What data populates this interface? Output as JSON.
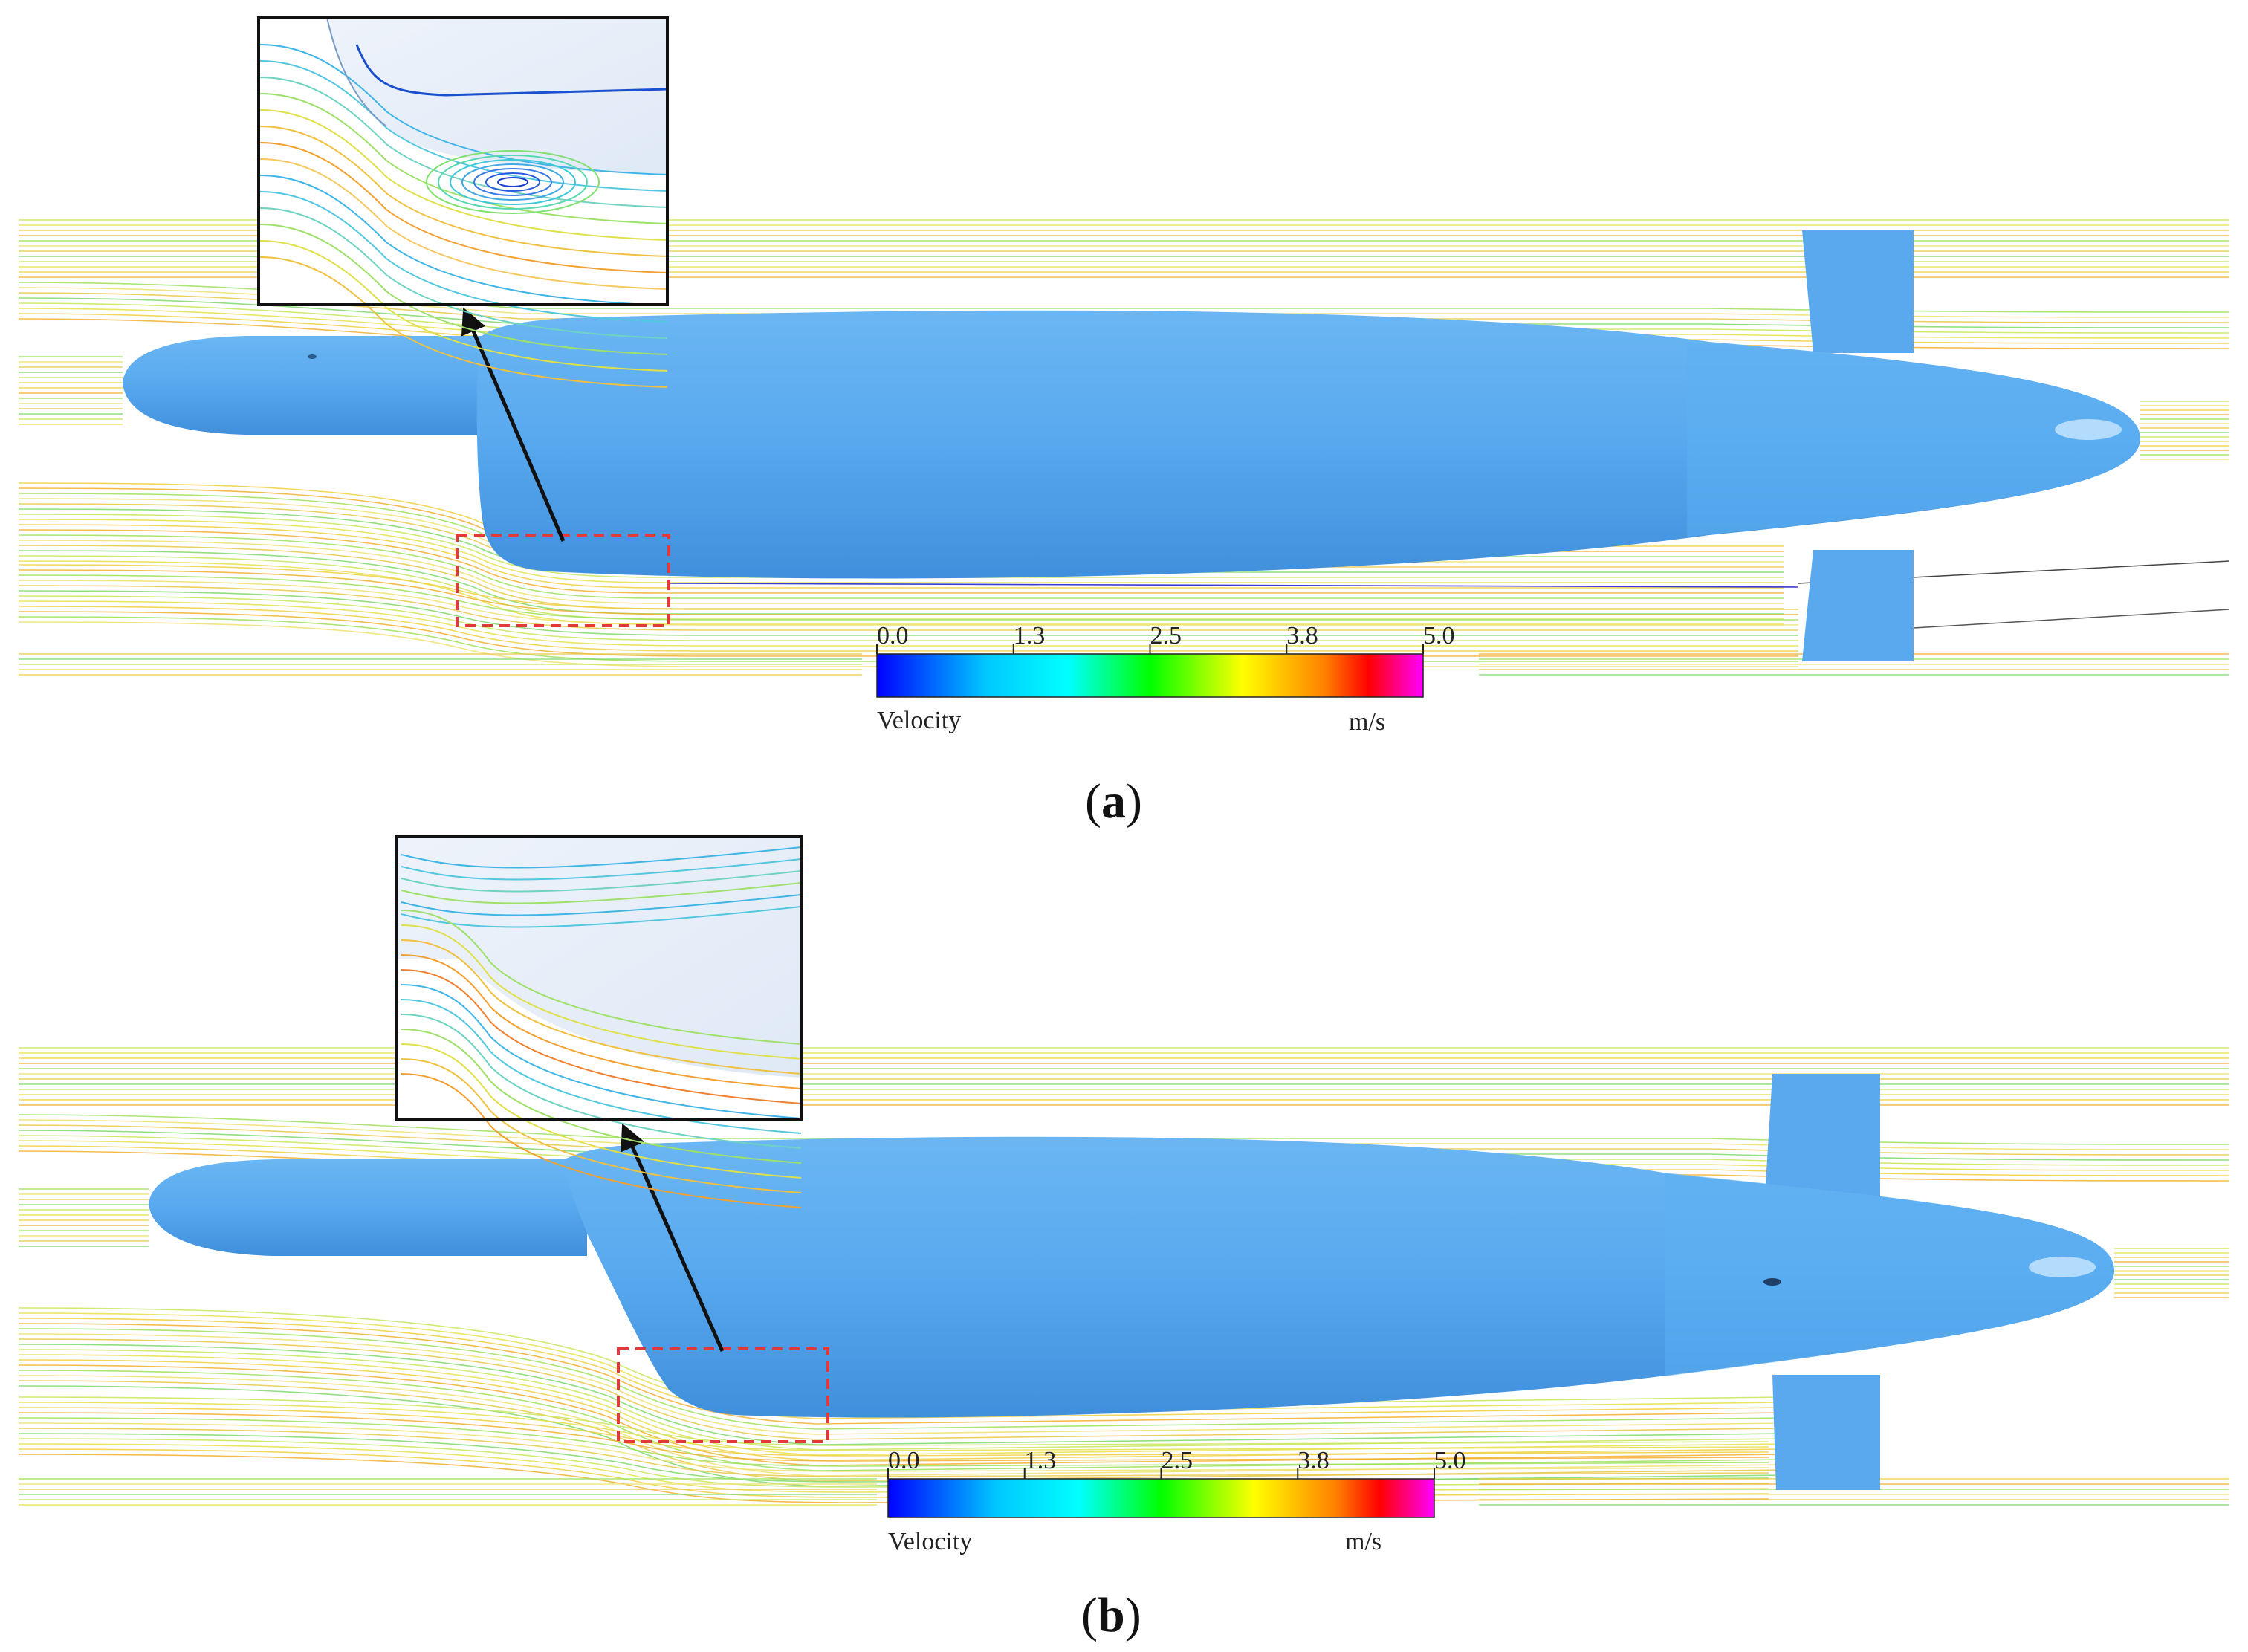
{
  "panels": [
    {
      "id": "a",
      "label_open": "(",
      "label_letter": "a",
      "label_close": ")",
      "legend": {
        "title": "Velocity",
        "unit": "m/s",
        "ticks": [
          "0.0",
          "1.3",
          "2.5",
          "3.8",
          "5.0"
        ]
      }
    },
    {
      "id": "b",
      "label_open": "(",
      "label_letter": "b",
      "label_close": ")",
      "legend": {
        "title": "Velocity",
        "unit": "m/s",
        "ticks": [
          "0.0",
          "1.3",
          "2.5",
          "3.8",
          "5.0"
        ]
      }
    }
  ],
  "colors": {
    "hull": "#55a8ef",
    "hull_dark": "#2f7fcc",
    "highlight_box": "#e23a3a",
    "arrow": "#111111",
    "colormap": [
      "#0000ff",
      "#00ffff",
      "#00ff00",
      "#ffff00",
      "#ff0000",
      "#ff00ff"
    ]
  }
}
